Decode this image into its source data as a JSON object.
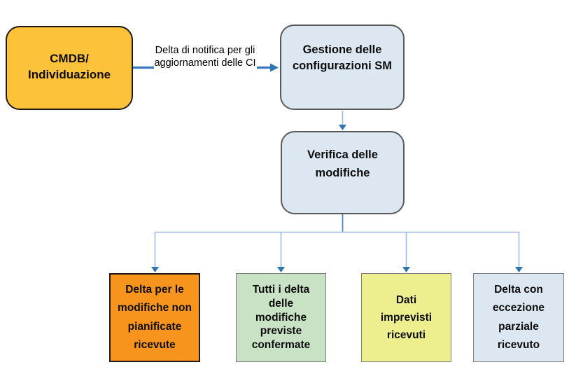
{
  "diagram": {
    "background": "#FFFFFF",
    "colors": {
      "connector_light": "#9BB9E2",
      "connector_medium": "#5585C5",
      "arrow_main": "#3778BE",
      "arrowhead": "#2E75B6",
      "rounded_box_fill": "#DCE7F2",
      "rounded_box_border": "#595959"
    },
    "nodes": {
      "cmdb": {
        "lines": [
          "CMDB/",
          "Individuazione"
        ],
        "fill": "#FCC23A",
        "border_color": "#1F1A17",
        "shape": "rounded-rectangle"
      },
      "gestione": {
        "lines": [
          "Gestione delle",
          "configurazioni SM"
        ],
        "fill": "#DCE7F2",
        "border_color": "#595959",
        "shape": "rounded-rectangle"
      },
      "verifica": {
        "lines": [
          "Verifica delle",
          "modifiche"
        ],
        "fill": "#DCE7F2",
        "border_color": "#595959",
        "shape": "rounded-rectangle"
      },
      "outcome1": {
        "lines": [
          "Delta per le",
          "modifiche non",
          "pianificate",
          "ricevute"
        ],
        "fill": "#F7941E",
        "border_color": "#1F1A17",
        "shape": "rectangle"
      },
      "outcome2": {
        "lines": [
          "Tutti i delta",
          "delle",
          "modifiche",
          "previste",
          "confermate"
        ],
        "fill": "#C9E2C5",
        "border_color": "#7F7F7F",
        "shape": "rectangle"
      },
      "outcome3": {
        "lines": [
          "Dati",
          "imprevisti",
          "ricevuti"
        ],
        "fill": "#EDEE8D",
        "border_color": "#7F7F7F",
        "shape": "rectangle"
      },
      "outcome4": {
        "lines": [
          "Delta con",
          "eccezione",
          "parziale",
          "ricevuto"
        ],
        "fill": "#DCE7F2",
        "border_color": "#7F7F7F",
        "shape": "rectangle"
      }
    },
    "edges": [
      {
        "from": "cmdb",
        "to": "gestione",
        "label_lines": [
          "Delta di notifica per gli",
          "aggiornamenti delle CI"
        ]
      },
      {
        "from": "gestione",
        "to": "verifica",
        "label_lines": []
      },
      {
        "from": "verifica",
        "to": "outcome1",
        "label_lines": []
      },
      {
        "from": "verifica",
        "to": "outcome2",
        "label_lines": []
      },
      {
        "from": "verifica",
        "to": "outcome3",
        "label_lines": []
      },
      {
        "from": "verifica",
        "to": "outcome4",
        "label_lines": []
      }
    ]
  }
}
